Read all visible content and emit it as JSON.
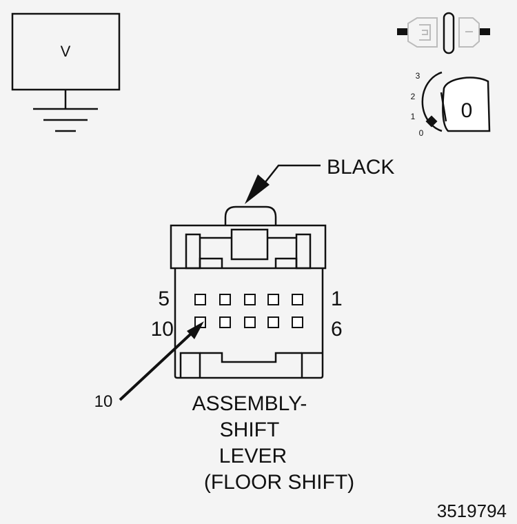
{
  "meter": {
    "label": "V"
  },
  "ignition": {
    "positions": [
      "3",
      "2",
      "1",
      "0"
    ],
    "current": "0"
  },
  "connector": {
    "color_label": "BLACK",
    "pin_labels": {
      "top_left": "5",
      "top_right": "1",
      "bottom_left": "10",
      "bottom_right": "6"
    },
    "callout_label": "10",
    "name_lines": [
      "ASSEMBLY-",
      "SHIFT",
      "LEVER",
      "(FLOOR SHIFT)"
    ]
  },
  "figure_number": "3519794",
  "colors": {
    "background": "#f4f4f4",
    "line": "#111111",
    "faint": "#bbbbbb"
  }
}
